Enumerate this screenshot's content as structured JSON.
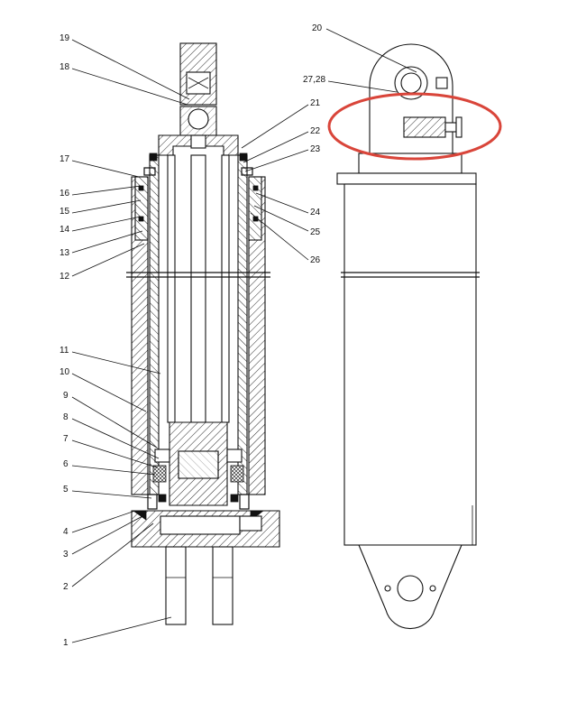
{
  "callouts": {
    "left": [
      {
        "id": "c19",
        "text": "19"
      },
      {
        "id": "c18",
        "text": "18"
      },
      {
        "id": "c17",
        "text": "17"
      },
      {
        "id": "c16",
        "text": "16"
      },
      {
        "id": "c15",
        "text": "15"
      },
      {
        "id": "c14",
        "text": "14"
      },
      {
        "id": "c13",
        "text": "13"
      },
      {
        "id": "c12",
        "text": "12"
      },
      {
        "id": "c11",
        "text": "11"
      },
      {
        "id": "c10",
        "text": "10"
      },
      {
        "id": "c9",
        "text": "9"
      },
      {
        "id": "c8",
        "text": "8"
      },
      {
        "id": "c7",
        "text": "7"
      },
      {
        "id": "c6",
        "text": "6"
      },
      {
        "id": "c5",
        "text": "5"
      },
      {
        "id": "c4",
        "text": "4"
      },
      {
        "id": "c3",
        "text": "3"
      },
      {
        "id": "c2",
        "text": "2"
      },
      {
        "id": "c1",
        "text": "1"
      }
    ],
    "right": [
      {
        "id": "c21",
        "text": "21"
      },
      {
        "id": "c22",
        "text": "22"
      },
      {
        "id": "c23",
        "text": "23"
      },
      {
        "id": "c24",
        "text": "24"
      },
      {
        "id": "c25",
        "text": "25"
      },
      {
        "id": "c26",
        "text": "26"
      },
      {
        "id": "c20",
        "text": "20"
      },
      {
        "id": "c2728",
        "text": "27,28"
      }
    ]
  },
  "highlight_color": "#d9453a"
}
